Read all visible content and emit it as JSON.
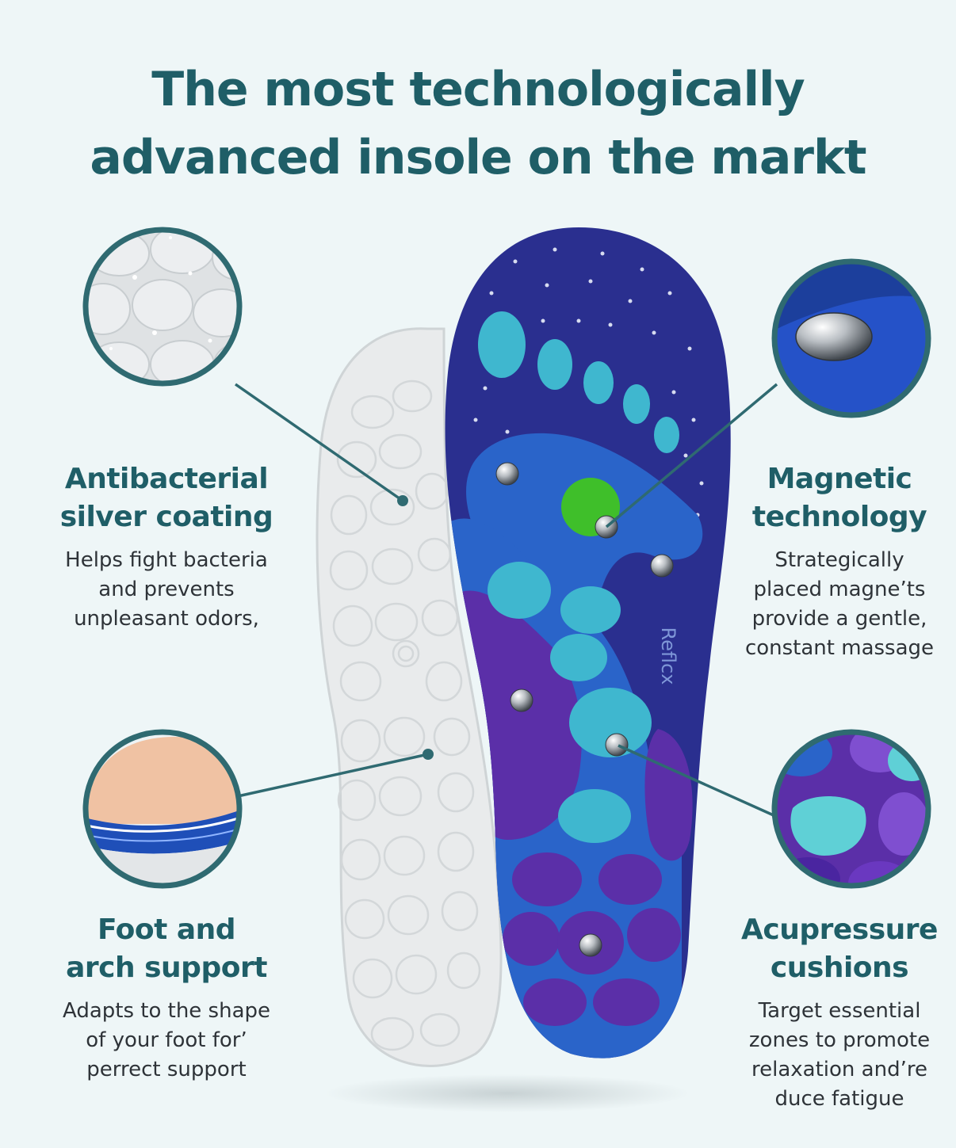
{
  "headline": {
    "line1": "The most technologically",
    "line2": "advanced insole on the markt"
  },
  "insole_brand": "Reflcx",
  "features": {
    "antibacterial": {
      "title_line1": "Antibacterial",
      "title_line2": "silver coating",
      "desc_lines": [
        "Helps fight bacteria",
        "and prevents",
        "unpleasant odors,"
      ]
    },
    "magnetic": {
      "title_line1": "Magnetic",
      "title_line2": "technology",
      "desc_lines": [
        "Strategically",
        "placed magne’ts",
        "provide a gentle,",
        "constant massage"
      ]
    },
    "arch": {
      "title_line1": "Foot and",
      "title_line2": "arch support",
      "desc_lines": [
        "Adapts to the shape",
        "of your foot for’",
        "perrect support"
      ]
    },
    "acupressure": {
      "title_line1": "Acupressure",
      "title_line2": "cushions",
      "desc_lines": [
        "Target essential",
        "zones to promote",
        "relaxation and’re",
        "duce fatigue"
      ]
    }
  },
  "colors": {
    "heading_teal": "#1f5e67",
    "insole_navy": "#2a2f8f",
    "cushion_cyan": "#3fb7cf",
    "cushion_blue": "#2a64c9",
    "cushion_purple": "#5b2fa8",
    "cushion_green": "#3fbf2a",
    "background": "#eef6f7"
  }
}
